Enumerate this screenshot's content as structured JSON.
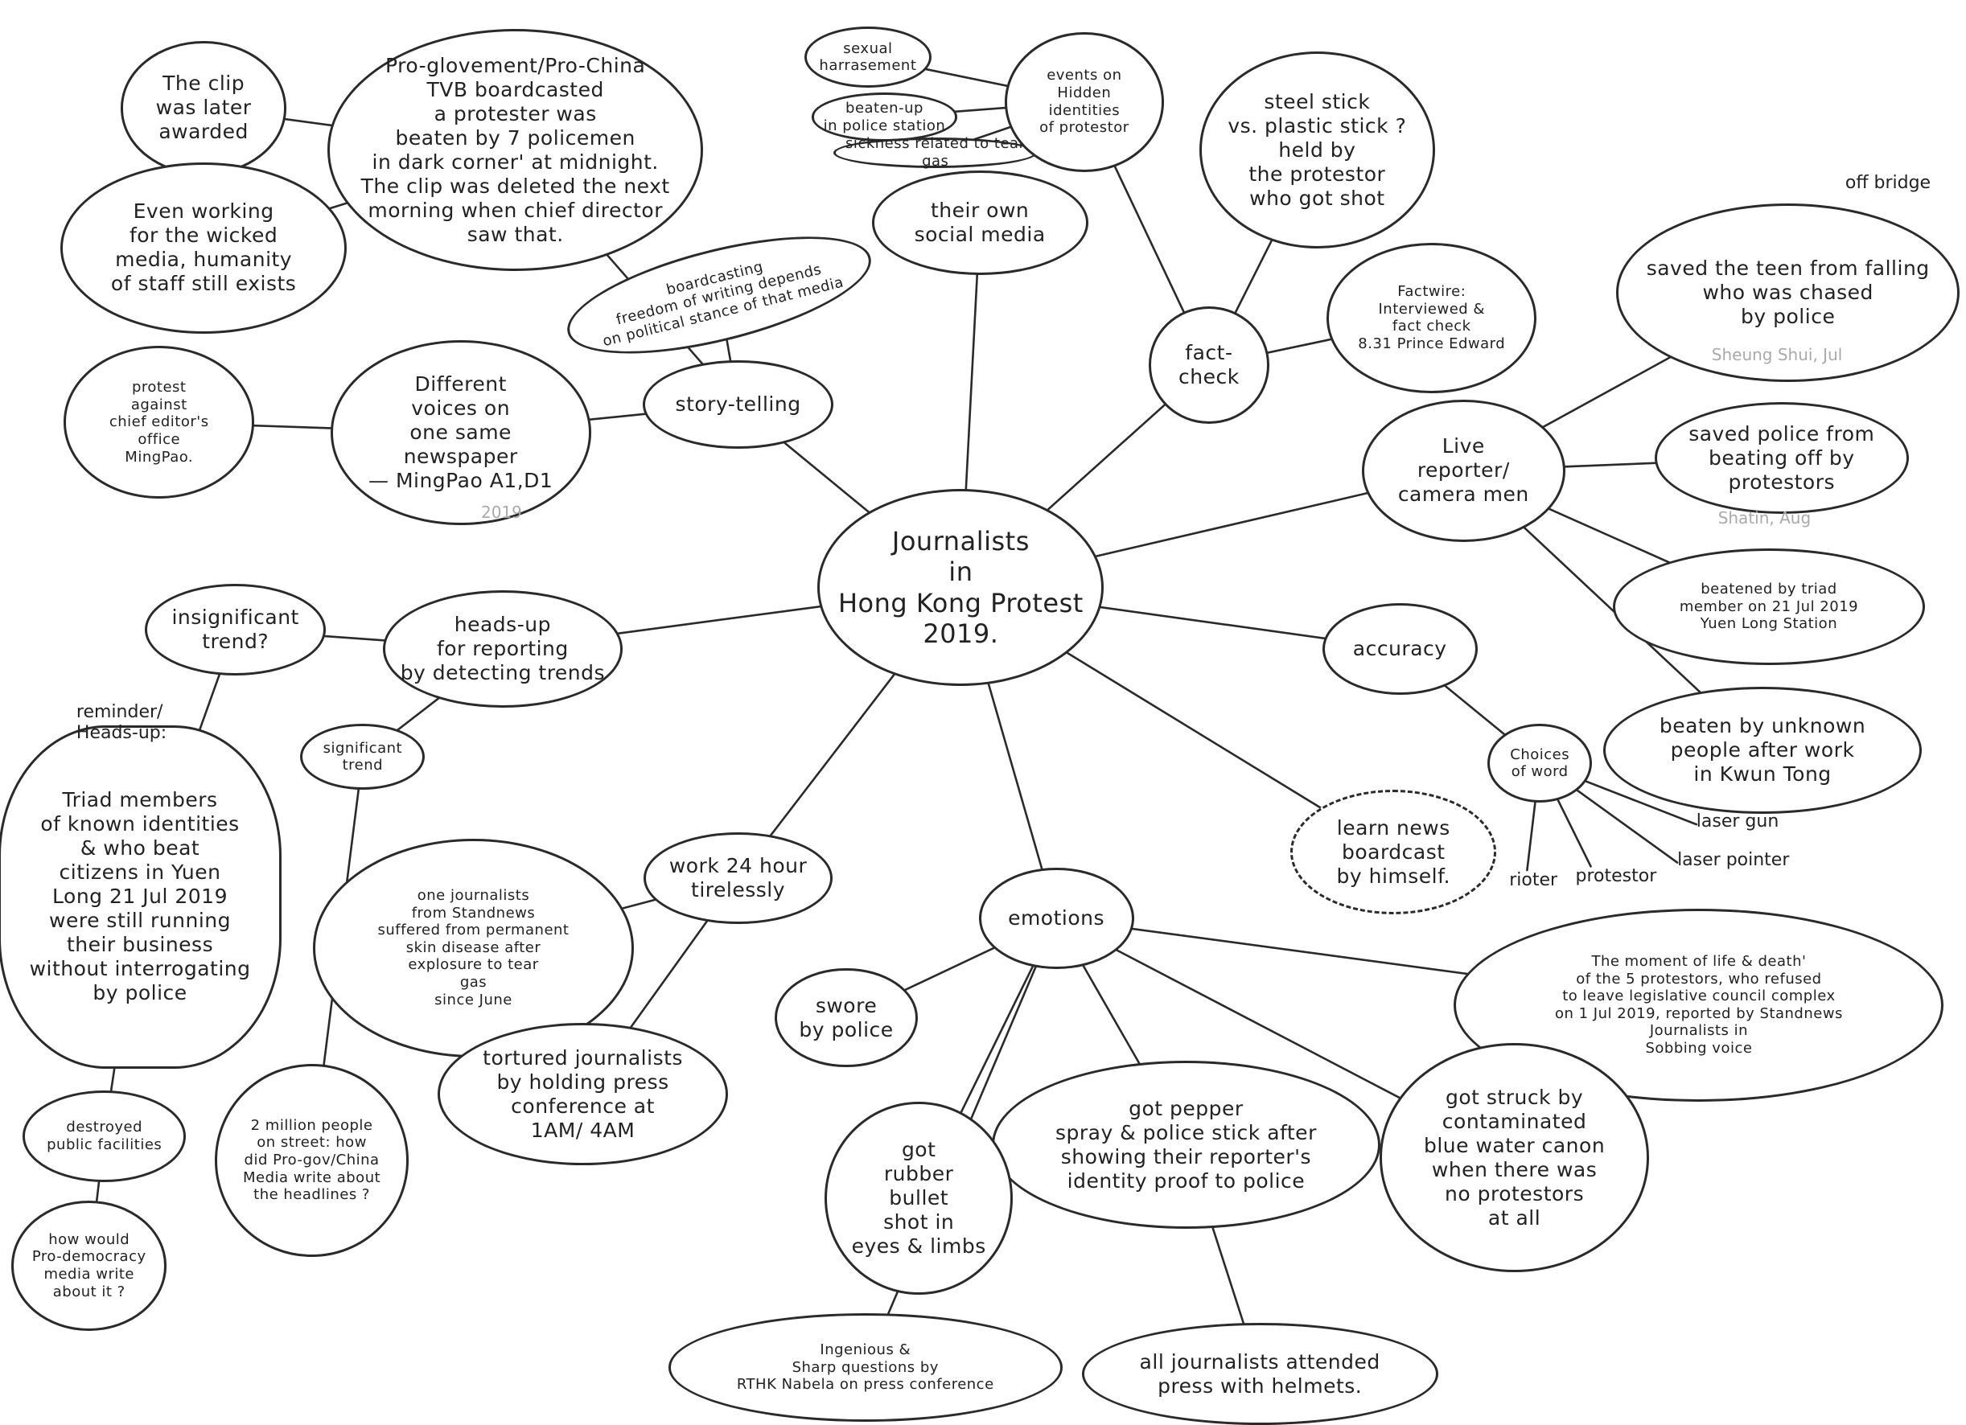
{
  "title": "Journalists\nin\nHong Kong Protest\n2019.",
  "nodes": {
    "center": "Journalists\nin\nHong Kong Protest\n2019.",
    "clip_awarded": "The clip\nwas later\nawarded",
    "progov": "Pro-glovement/Pro-China\nTVB boardcasted\na protester was\nbeaten by 7 policemen\nin dark corner' at midnight.\nThe clip was deleted the next\nmorning when chief director\nsaw that.",
    "even_working": "Even working\nfor the wicked\nmedia, humanity\nof staff still exists",
    "freedom": "boardcasting\nfreedom of writing depends\non political stance of that media",
    "story_telling": "story-telling",
    "different_voices": "Different\nvoices on\none same\nnewspaper\n— MingPao A1,D1",
    "protest_against": "protest\nagainst\nchief editor's\noffice\nMingPao.",
    "sexual": "sexual\nharrasement",
    "beaten_ps": "beaten-up\nin police station",
    "sickness": "sickness related to tear gas",
    "events_hidden": "events on\nHidden\nidentities\nof protestor",
    "social_media": "their own\nsocial media",
    "steel_stick": "steel stick\nvs. plastic stick ?\nheld by\nthe protestor\nwho got shot",
    "factwire": "Factwire:\nInterviewed &\nfact check\n8.31 Prince Edward",
    "fact_check": "fact-\ncheck",
    "live_reporter": "Live\nreporter/\ncamera men",
    "saved_teen": "saved the teen from falling\nwho was chased\nby police",
    "saved_police": "saved police from\nbeating off by\nprotestors",
    "beaten_triad": "beatened by triad\nmember on 21 Jul 2019\nYuen Long Station",
    "beaten_unknown": "beaten by unknown\npeople after work\nin Kwun Tong",
    "accuracy": "accuracy",
    "choices_word": "Choices\nof word",
    "learn_news": "learn news\nboardcast\nby himself.",
    "emotions": "emotions",
    "moment": "The moment of life & death'\nof the 5 protestors, who refused\nto leave legislative council complex\non 1 Jul 2019, reported by Standnews\nJournalists in\nSobbing voice",
    "got_struck": "got struck by\ncontaminated\nblue water canon\nwhen there was\nno protestors\nat all",
    "pepper": "got pepper\nspray & police stick after\nshowing their reporter's\nidentity proof to police",
    "all_journalists": "all journalists attended\npress with helmets.",
    "ingenious": "Ingenious &\nSharp questions by\nRTHK Nabela on press conference",
    "rubber": "got\nrubber\nbullet\nshot in\neyes & limbs",
    "swore": "swore\nby police",
    "tortured": "tortured journalists\nby holding press\nconference at\n1AM/ 4AM",
    "one_journalist": "one journalists\nfrom Standnews\nsuffered from permanent\nskin disease after\nexplosure to tear\ngas\nsince June",
    "work24": "work 24 hour\ntirelessly",
    "heads_up": "heads-up\nfor reporting\nby detecting trends",
    "insignificant": "insignificant\ntrend?",
    "significant": "significant\ntrend",
    "triad_members": "Triad members\nof known identities\n& who beat\ncitizens in Yuen\nLong 21 Jul 2019\nwere still running\ntheir business\nwithout interrogating\nby police",
    "destroyed": "destroyed\npublic facilities",
    "how_would": "how would\nPro-democracy\nmedia write\nabout it ?",
    "two_million": "2 million people\non street: how\ndid Pro-gov/China\nMedia write about\nthe headlines ?"
  },
  "labels": {
    "year_2019": "2019",
    "off_bridge": "off bridge",
    "sheung_shui": "Sheung Shui, Jul",
    "shatin": "Shatin, Aug",
    "laser_gun": "laser gun",
    "laser_pointer": "laser pointer",
    "rioter": "rioter",
    "protestor": "protestor",
    "reminder": "reminder/\nHeads-up:"
  },
  "colors": {
    "ink": "#2a2a2a",
    "faint": "#aaaaaa",
    "paper": "#ffffff"
  }
}
